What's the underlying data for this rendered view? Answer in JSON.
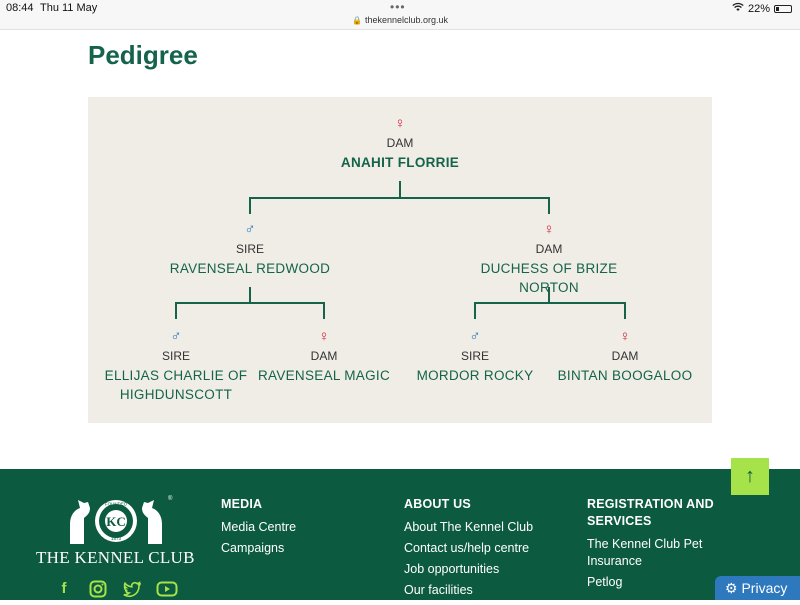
{
  "status_bar": {
    "time": "08:44",
    "date": "Thu 11 May",
    "url": "thekennelclub.org.uk",
    "battery": "22%",
    "battery_level": 0.22,
    "dots": "•••"
  },
  "page": {
    "title": "Pedigree"
  },
  "pedigree": {
    "root": {
      "role": "DAM",
      "name": "ANAHIT FLORRIE",
      "sex": "female"
    },
    "parents": [
      {
        "role": "SIRE",
        "name": "RAVENSEAL REDWOOD",
        "sex": "male"
      },
      {
        "role": "DAM",
        "name": "DUCHESS OF BRIZE NORTON",
        "sex": "female"
      }
    ],
    "grandparents": [
      {
        "role": "SIRE",
        "name": "ELLIJAS CHARLIE OF HIGHDUNSCOTT",
        "sex": "male"
      },
      {
        "role": "DAM",
        "name": "RAVENSEAL MAGIC",
        "sex": "female"
      },
      {
        "role": "SIRE",
        "name": "MORDOR ROCKY",
        "sex": "male"
      },
      {
        "role": "DAM",
        "name": "BINTAN BOOGALOO",
        "sex": "female"
      }
    ],
    "symbols": {
      "female": "♀",
      "male": "♂"
    }
  },
  "footer": {
    "logo_text": "THE KENNEL CLUB",
    "logo_badge": "KC",
    "logo_ring_top": "FOUNDED",
    "logo_ring_bottom": "1873",
    "columns": [
      {
        "heading": "MEDIA",
        "links": [
          "Media Centre",
          "Campaigns"
        ]
      },
      {
        "heading": "ABOUT US",
        "links": [
          "About The Kennel Club",
          "Contact us/help centre",
          "Job opportunities",
          "Our facilities"
        ]
      },
      {
        "heading": "REGISTRATION AND SERVICES",
        "links": [
          "The Kennel Club Pet Insurance",
          "Petlog"
        ]
      }
    ],
    "socials": [
      "facebook-icon",
      "instagram-icon",
      "twitter-icon",
      "youtube-icon"
    ],
    "to_top_icon": "↑",
    "privacy_label": "Privacy",
    "privacy_icon": "⚙"
  },
  "colors": {
    "brand_green": "#0c5a40",
    "text_green": "#14634a",
    "accent_lime": "#a6e34a",
    "female": "#d1243a",
    "male": "#2d79b8",
    "privacy_blue": "#2e78bd"
  }
}
